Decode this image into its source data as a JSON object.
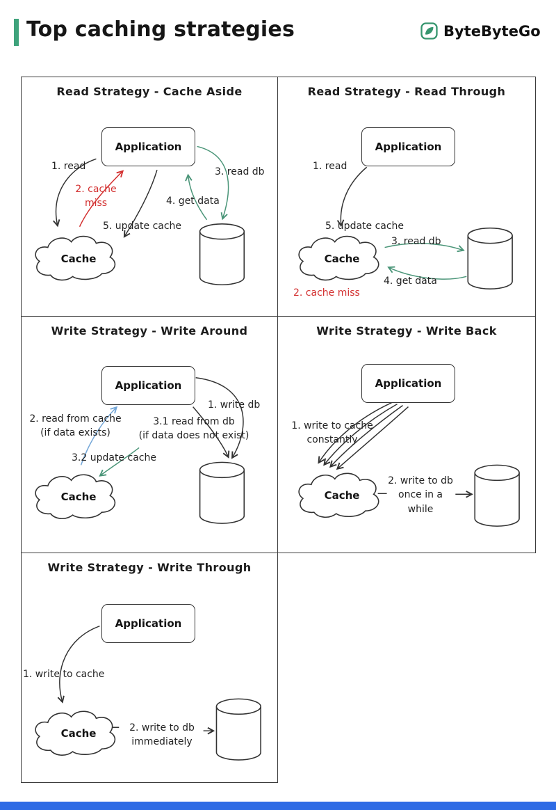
{
  "header": {
    "title": "Top caching strategies",
    "brand": "ByteByteGo"
  },
  "colors": {
    "accent_green": "#3fa37c",
    "arrow_green": "#4a9578",
    "arrow_red": "#d33030",
    "arrow_blue": "#74a7d8",
    "ink": "#333333",
    "footer_blue": "#2e6be5"
  },
  "panels": [
    {
      "title": "Read Strategy - Cache Aside",
      "app": "Application",
      "cache": "Cache",
      "labels": {
        "read": "1. read",
        "cache_miss": "2. cache\nmiss",
        "read_db": "3. read db",
        "get_data": "4. get data",
        "update_cache": "5. update cache"
      }
    },
    {
      "title": "Read Strategy - Read Through",
      "app": "Application",
      "cache": "Cache",
      "labels": {
        "read": "1. read",
        "update_cache": "5. update cache",
        "read_db": "3. read db",
        "get_data": "4. get data",
        "cache_miss": "2. cache miss"
      }
    },
    {
      "title": "Write Strategy - Write Around",
      "app": "Application",
      "cache": "Cache",
      "labels": {
        "read_from_cache": "2. read from cache\n(if data exists)",
        "write_db": "1. write db",
        "read_from_db": "3.1 read from db\n(if data does not exist)",
        "update_cache": "3.2 update cache"
      }
    },
    {
      "title": "Write Strategy - Write Back",
      "app": "Application",
      "cache": "Cache",
      "labels": {
        "write_to_cache": "1. write to cache\nconstantly",
        "write_to_db": "2. write to db\nonce in a\nwhile"
      }
    },
    {
      "title": "Write Strategy - Write Through",
      "app": "Application",
      "cache": "Cache",
      "labels": {
        "write_to_cache": "1. write to cache",
        "write_to_db": "2. write to db\nimmediately"
      }
    }
  ]
}
